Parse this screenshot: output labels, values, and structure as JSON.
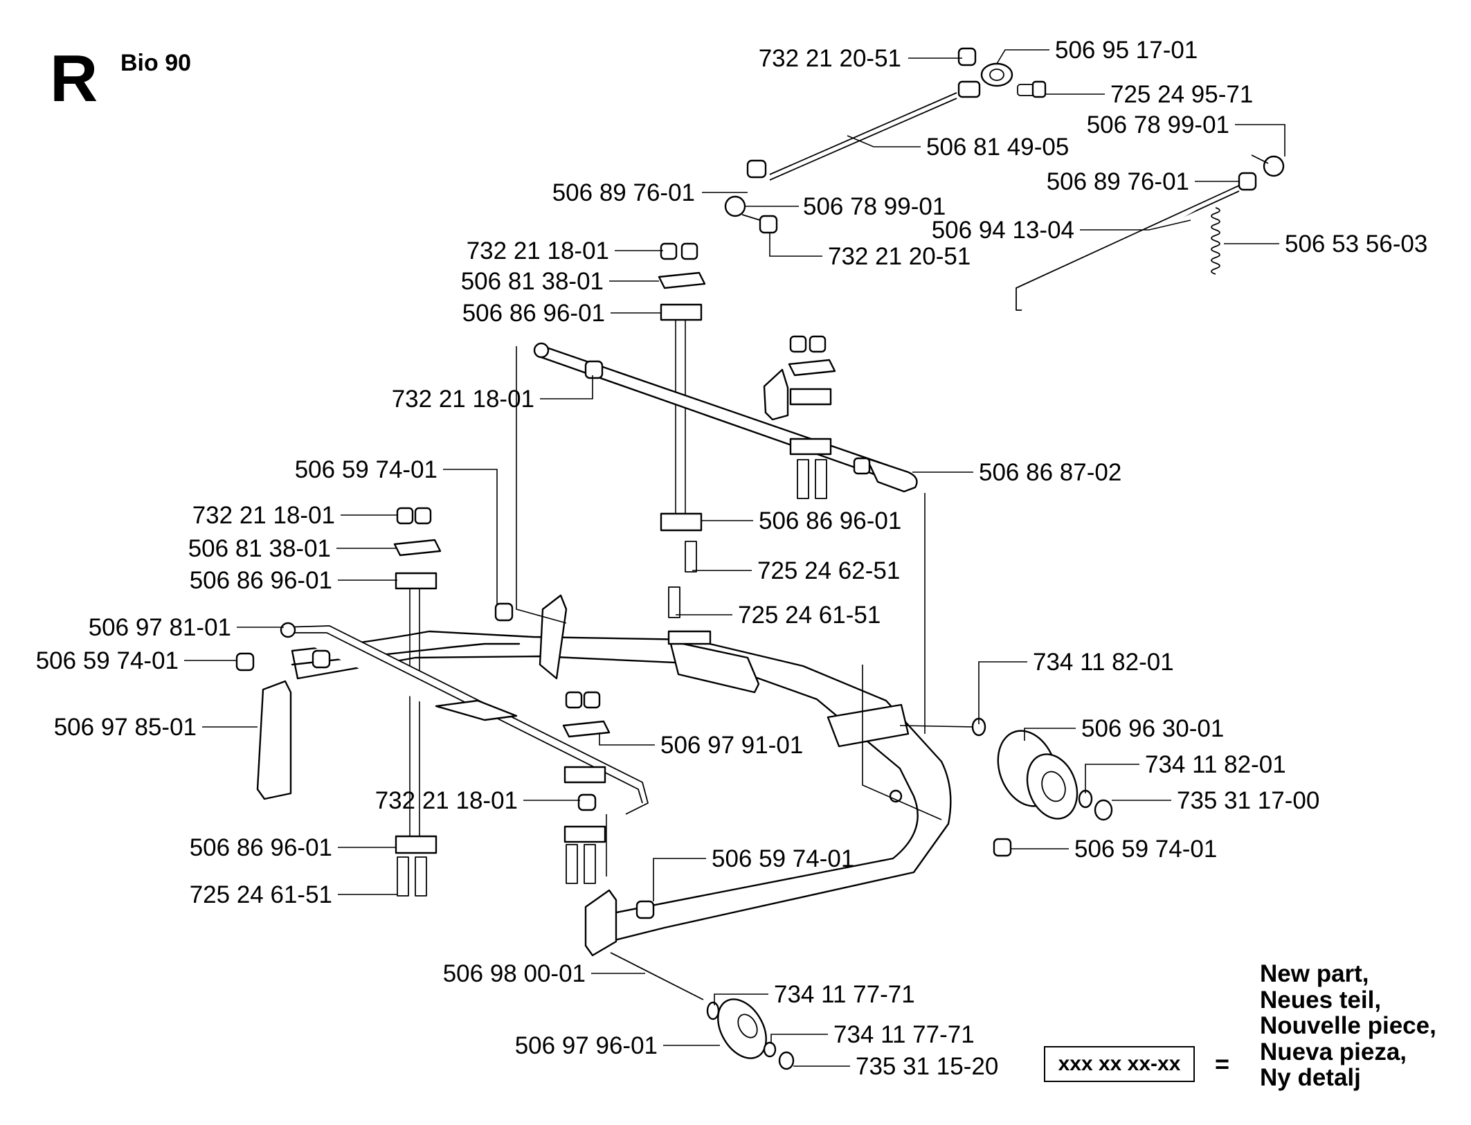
{
  "header": {
    "section_letter": "R",
    "model": "Bio 90"
  },
  "callouts": [
    "732 21 20-51",
    "506 95 17-01",
    "725 24 95-71",
    "506 78 99-01",
    "506 81 49-05",
    "506 89 76-01",
    "506 89 76-01",
    "506 78 99-01",
    "506 94 13-04",
    "732 21 20-51",
    "506 53 56-03",
    "732 21 18-01",
    "506 81 38-01",
    "506 86 96-01",
    "732 21 18-01",
    "506 59 74-01",
    "506 86 87-02",
    "732 21 18-01",
    "506 86 96-01",
    "506 81 38-01",
    "725 24 62-51",
    "506 86 96-01",
    "725 24 61-51",
    "506 97 81-01",
    "506 59 74-01",
    "734 11 82-01",
    "506 97 85-01",
    "506 97 91-01",
    "506 96 30-01",
    "734 11 82-01",
    "732 21 18-01",
    "735 31 17-00",
    "506 86 96-01",
    "506 59 74-01",
    "506 59 74-01",
    "725 24 61-51",
    "506 98 00-01",
    "734 11 77-71",
    "734 11 77-71",
    "506 97 96-01",
    "735 31 15-20"
  ],
  "legend": {
    "lines": [
      "New part,",
      "Neues teil,",
      "Nouvelle piece,",
      "Nueva pieza,",
      "Ny detalj"
    ],
    "box_text": "xxx xx xx-xx",
    "equals": "="
  }
}
